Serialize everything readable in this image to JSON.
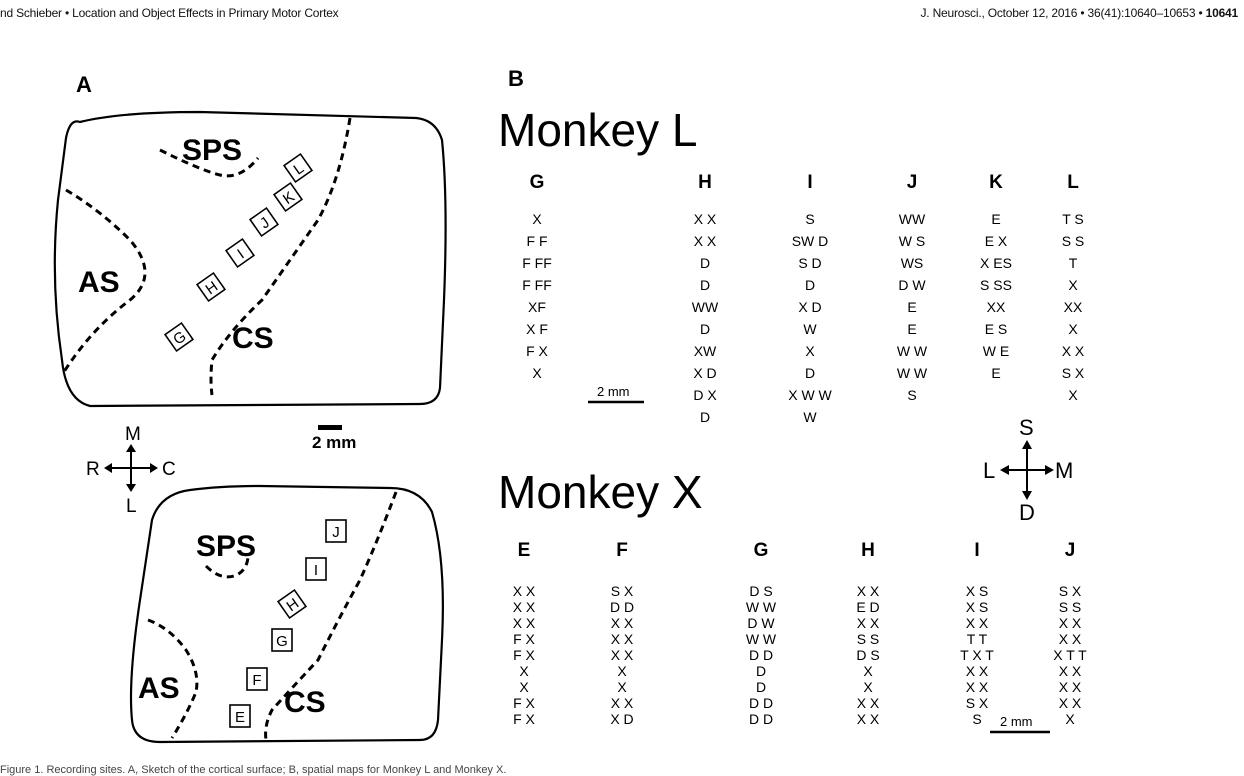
{
  "header": {
    "left": "nd Schieber • Location and Object Effects in Primary Motor Cortex",
    "right_prefix": "J. Neurosci., October 12, 2016 • 36(41):10640–10653 • ",
    "right_page": "10641"
  },
  "panel_a": {
    "label": "A",
    "sulci": {
      "sps": "SPS",
      "as": "AS",
      "cs": "CS"
    },
    "scale_bar": "2 mm",
    "compass": {
      "up": "M",
      "down": "L",
      "left": "R",
      "right": "C"
    },
    "monkey_l_sites": [
      "L",
      "K",
      "J",
      "I",
      "H",
      "G"
    ],
    "monkey_x_sites": [
      "J",
      "I",
      "H",
      "G",
      "F",
      "E"
    ]
  },
  "panel_b": {
    "label": "B",
    "monkey_l_title": "Monkey L",
    "monkey_x_title": "Monkey X",
    "scale_bar_l": "2 mm",
    "scale_bar_x": "2 mm",
    "compass": {
      "up": "S",
      "down": "D",
      "left": "L",
      "right": "M"
    },
    "monkey_l_columns": [
      {
        "id": "G",
        "rows": [
          "X",
          "F F",
          "F FF",
          "F  FF",
          "XF",
          "X F",
          "F X",
          "X"
        ]
      },
      {
        "id": "H",
        "rows": [
          "X X",
          "X X",
          "D",
          "D",
          "WW",
          "D",
          "XW",
          "X D",
          "D X",
          "D"
        ]
      },
      {
        "id": "I",
        "rows": [
          "S",
          "SW D",
          "S D",
          "D",
          "X D",
          "W",
          "X",
          "D",
          "X W W",
          "W"
        ]
      },
      {
        "id": "J",
        "rows": [
          "WW",
          "W S",
          "WS",
          "D W",
          "E",
          "E",
          "W W",
          "W W",
          "S"
        ]
      },
      {
        "id": "K",
        "rows": [
          "E",
          "E X",
          "X ES",
          "S SS",
          "XX",
          "E S",
          "W E",
          "E"
        ]
      },
      {
        "id": "L",
        "rows": [
          "T S",
          "S S",
          "T",
          "X",
          "XX",
          "X",
          "X X",
          "S X",
          "X"
        ]
      }
    ],
    "monkey_x_columns": [
      {
        "id": "E",
        "rows": [
          "X X",
          "X X",
          "X X",
          "F X",
          "F X",
          "X",
          "X",
          "F X",
          "F X"
        ]
      },
      {
        "id": "F",
        "rows": [
          "S X",
          "D D",
          "X X",
          "X X",
          "X X",
          "X",
          "X",
          "X X",
          "X D"
        ]
      },
      {
        "id": "G",
        "rows": [
          "D S",
          "W W",
          "D W",
          "W W",
          "D D",
          "D",
          "D",
          "D D",
          "D D"
        ]
      },
      {
        "id": "H",
        "rows": [
          "X X",
          "E D",
          "X X",
          "S S",
          "D S",
          "X",
          "X",
          "X X",
          "X X"
        ]
      },
      {
        "id": "I",
        "rows": [
          "X S",
          "X S",
          "X X",
          "T T",
          "T X T",
          "X X",
          "X X",
          "S X",
          "S"
        ]
      },
      {
        "id": "J",
        "rows": [
          "S X",
          "S S",
          "X X",
          "X X",
          "X T T",
          "X X",
          "X X",
          "X X",
          "X"
        ]
      }
    ]
  },
  "caption": "Figure 1. Recording sites. A, Sketch of the cortical surface; B, spatial maps for Monkey L and Monkey X."
}
